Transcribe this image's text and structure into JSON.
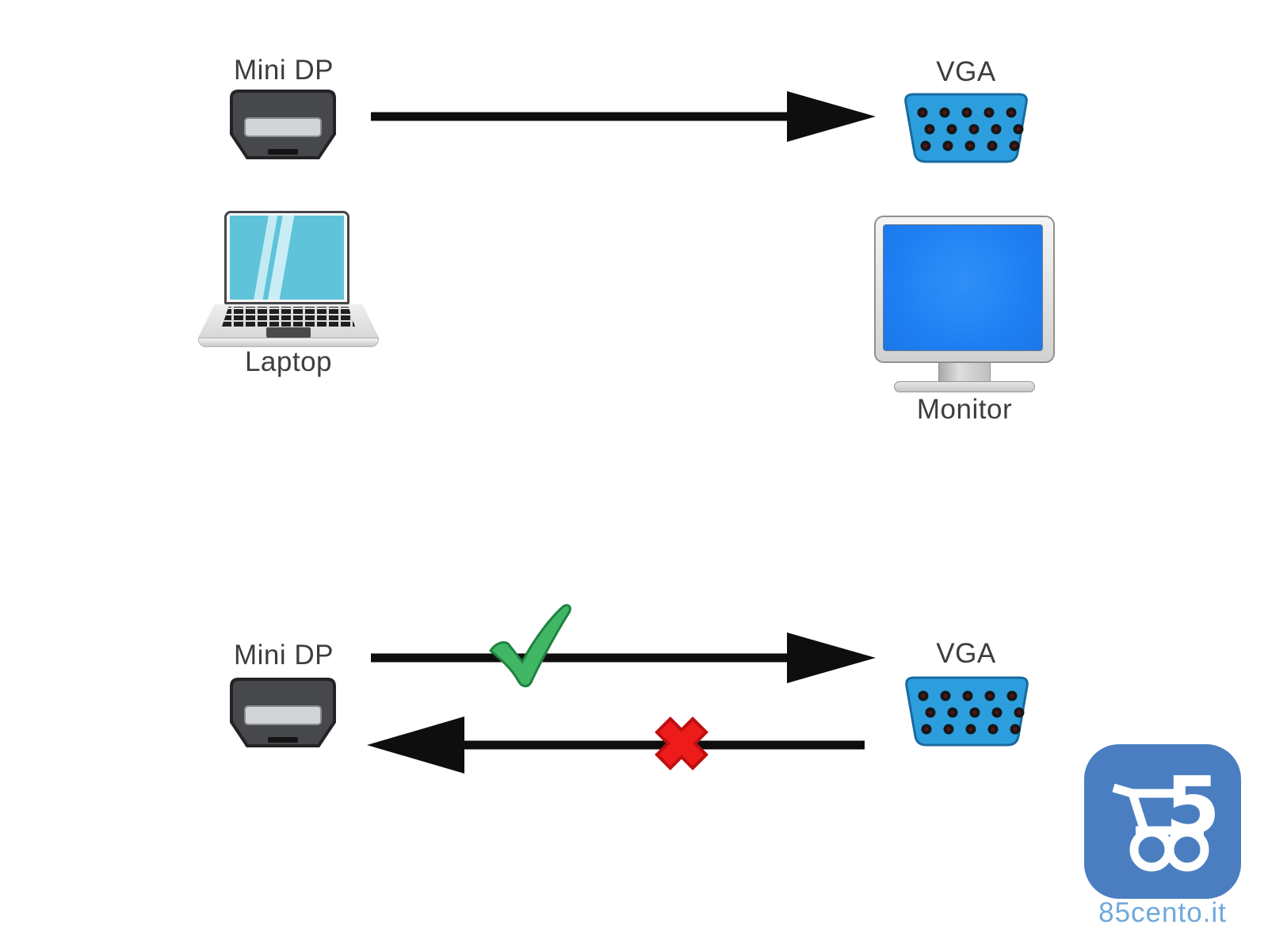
{
  "page": {
    "background": "#ffffff"
  },
  "top_diagram": {
    "minidp_label": "Mini DP",
    "vga_label": "VGA",
    "laptop_label": "Laptop",
    "monitor_label": "Monitor"
  },
  "bottom_diagram": {
    "minidp_label": "Mini DP",
    "vga_label": "VGA"
  },
  "branding": {
    "logo_digit": "5",
    "site_text": "85cento.it"
  },
  "icons": {
    "top_connection": "arrow-right-icon",
    "allowed_direction": "arrow-right-icon",
    "blocked_direction": "arrow-left-icon",
    "allowed_mark": "check-icon",
    "blocked_mark": "cross-icon",
    "logo": "shopping-cart-icon"
  },
  "colors": {
    "arrow_black": "#0e0e0e",
    "label_text": "#3d3d3d",
    "vga_blue": "#2d9edd",
    "vga_border": "#186a9e",
    "minidp_gray": "#47484c",
    "laptop_screen_teal": "#5fc3da",
    "monitor_screen_blue": "#1f80f3",
    "check_green": "#41b766",
    "cross_red": "#ee1b1b",
    "logo_blue": "#4a7ec1",
    "logo_text_blue": "#6fa8dc"
  }
}
